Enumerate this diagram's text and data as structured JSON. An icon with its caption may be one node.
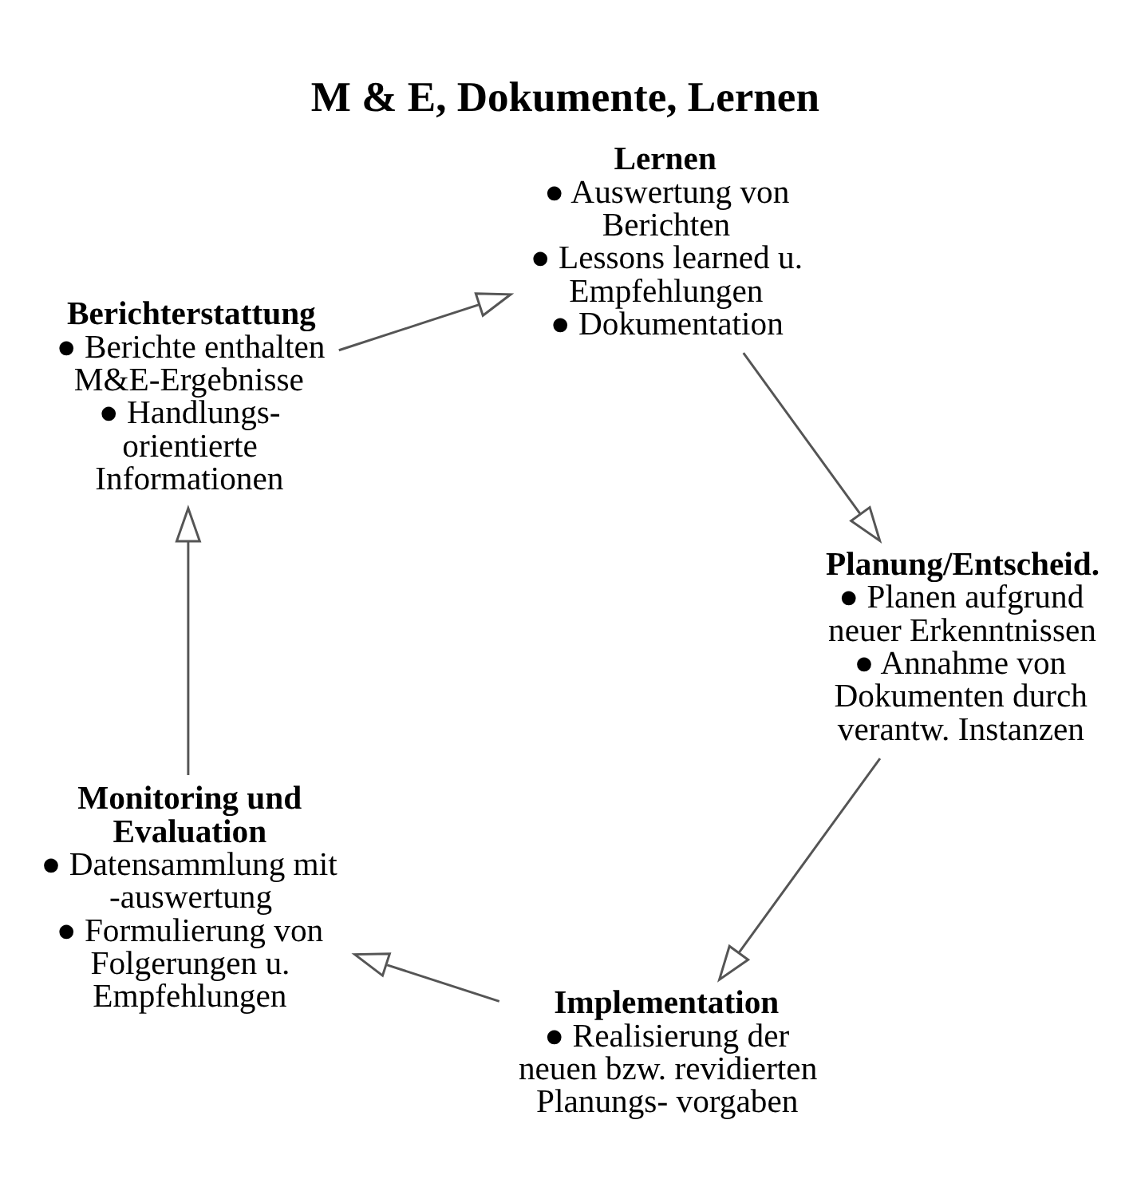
{
  "diagram": {
    "title": "M & E, Dokumente, Lernen",
    "nodes": [
      {
        "text": [
          "Implementation",
          "● Realisierung der neuen bzw. revidierten Planungs- vorgaben"
        ]
      },
      {
        "text": [
          "Monitoring und Evaluation",
          "● Datensammlung mit -auswertung",
          "● Formulierung von Folgerungen u. Empfehlungen"
        ]
      },
      {
        "text": [
          "Berichterstattung",
          "● Berichte enthalten M&E-Ergebnisse",
          "● Handlungs- orientierte Informationen"
        ]
      },
      {
        "text": [
          "Lernen",
          "● Auswertung von Berichten",
          "● Lessons learned u. Empfehlungen",
          "● Dokumentation"
        ]
      },
      {
        "text": [
          "Planung/Entscheid.",
          "● Planen aufgrund neuer Erkenntnissen",
          "● Annahme von Dokumenten durch verantw. Instanzen"
        ]
      }
    ],
    "edges": [
      {
        "from": 0,
        "to": 1,
        "arrow": "to"
      },
      {
        "from": 1,
        "to": 2,
        "arrow": "to"
      },
      {
        "from": 2,
        "to": 3,
        "arrow": "to"
      },
      {
        "from": 3,
        "to": 4,
        "arrow": "to"
      },
      {
        "from": 4,
        "to": 0,
        "arrow": "to"
      }
    ]
  }
}
